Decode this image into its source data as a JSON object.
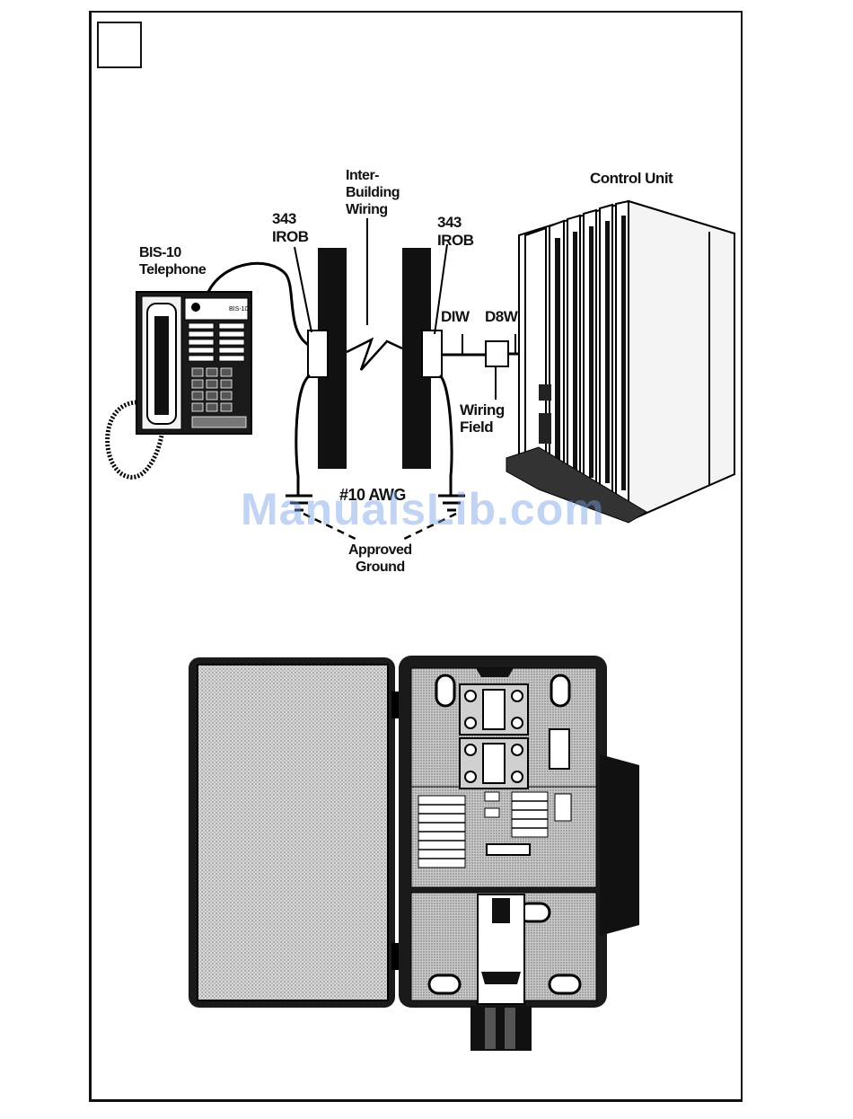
{
  "diagram": {
    "labels": {
      "telephone": "BIS-10\nTelephone",
      "irob_left": "343\nIROB",
      "inter_building": "Inter-\nBuilding\nWiring",
      "irob_right": "343\nIROB",
      "control_unit": "Control Unit",
      "diw": "DIW",
      "d8w": "D8W",
      "wiring_field": "Wiring\nField",
      "awg": "#10 AWG",
      "approved_ground": "Approved\nGround"
    }
  },
  "watermark": "ManualsLib.com"
}
